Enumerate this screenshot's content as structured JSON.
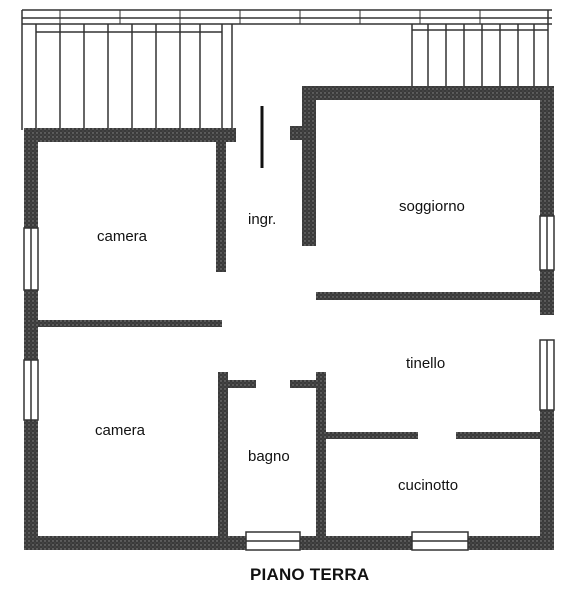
{
  "plan": {
    "title": "PIANO TERRA",
    "rooms": {
      "camera_top": "camera",
      "camera_bottom": "camera",
      "ingresso": "ingr.",
      "soggiorno": "soggiorno",
      "tinello": "tinello",
      "bagno": "bagno",
      "cucinotto": "cucinotto"
    }
  },
  "colors": {
    "wall": "#2a2a2a",
    "line": "#333333",
    "background": "#ffffff"
  }
}
